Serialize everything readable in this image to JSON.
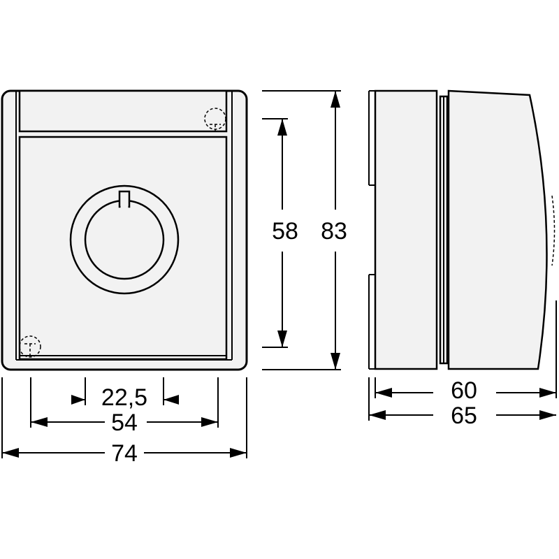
{
  "dimensions": {
    "keyhole_width": "22,5",
    "inner_width": "54",
    "total_width": "74",
    "plate_height": "58",
    "total_height": "83",
    "depth_body": "60",
    "depth_total": "65"
  },
  "colors": {
    "line": "#000000",
    "fill": "#f2f2f2",
    "background": "#ffffff"
  }
}
